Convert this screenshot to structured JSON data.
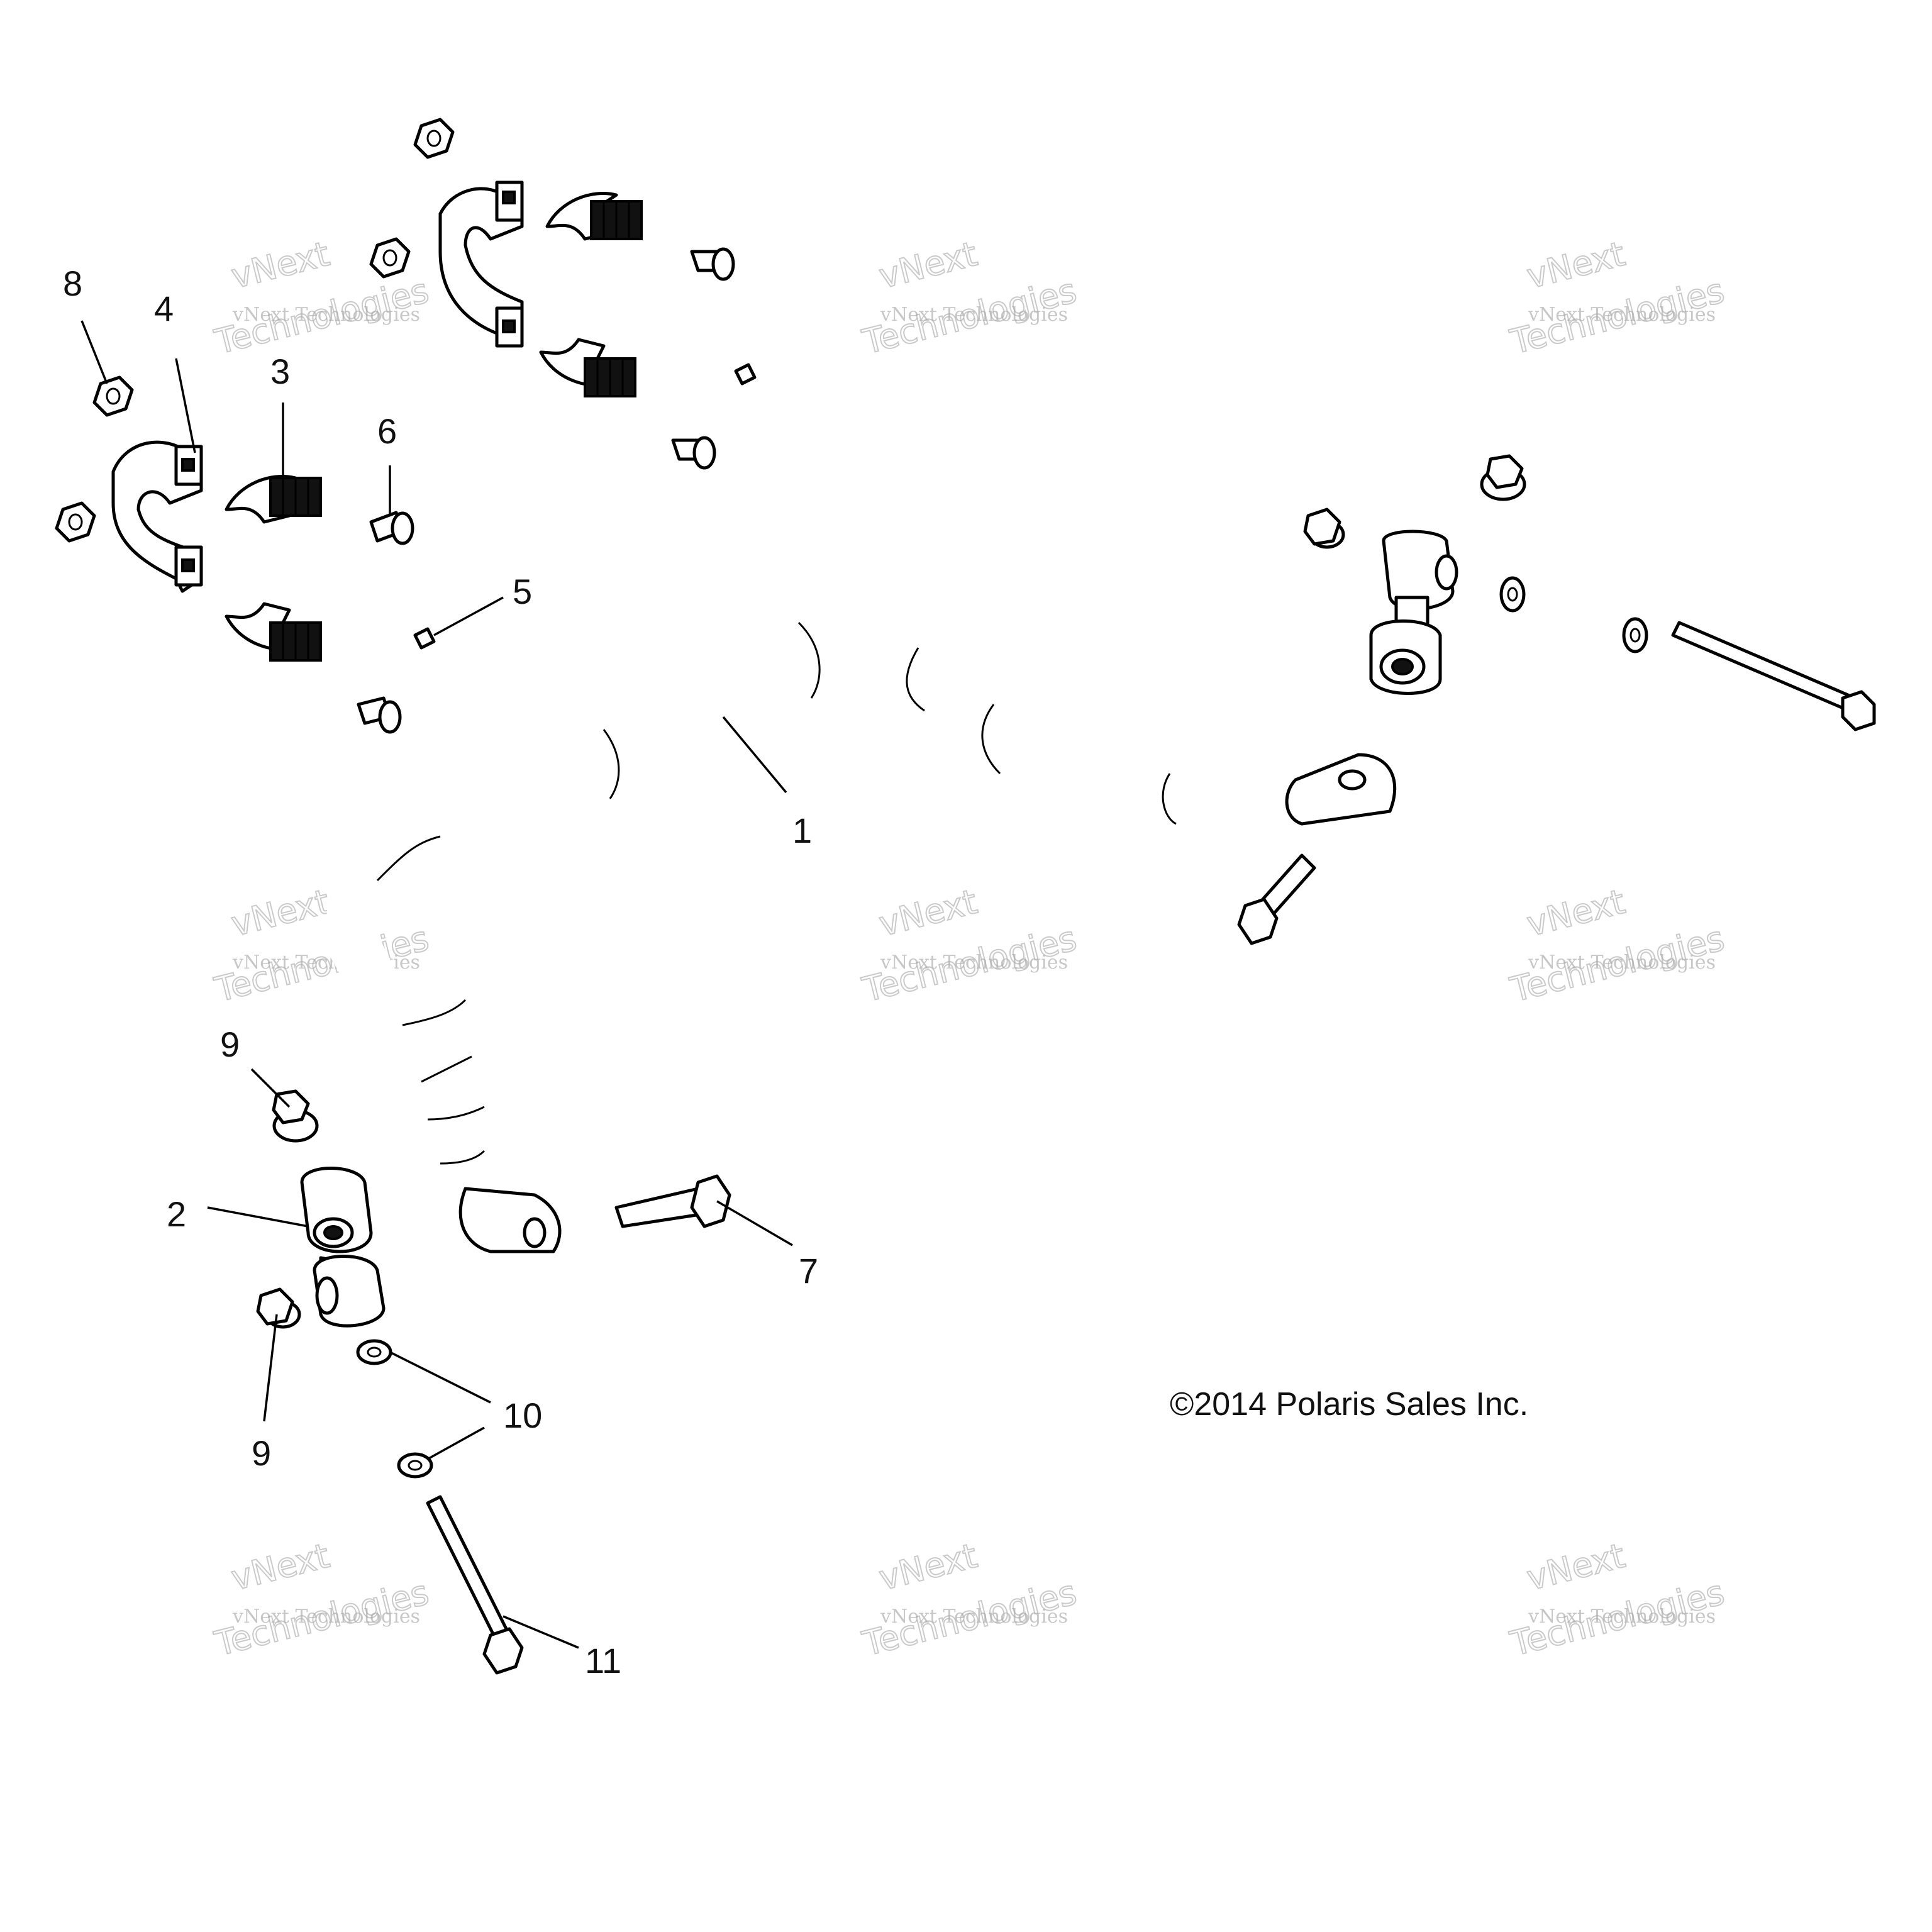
{
  "callouts": {
    "c1": "1",
    "c2": "2",
    "c3": "3",
    "c4": "4",
    "c5": "5",
    "c6": "6",
    "c7": "7",
    "c8": "8",
    "c9a": "9",
    "c9b": "9",
    "c10": "10",
    "c11": "11"
  },
  "copyright": "©2014 Polaris Sales Inc.",
  "watermark": {
    "line1": "vNext Technologies",
    "line2": "vNext",
    "line3": "Technologies"
  },
  "colors": {
    "line": "#000000",
    "background": "#ffffff",
    "watermark": "#a8a8a8"
  }
}
